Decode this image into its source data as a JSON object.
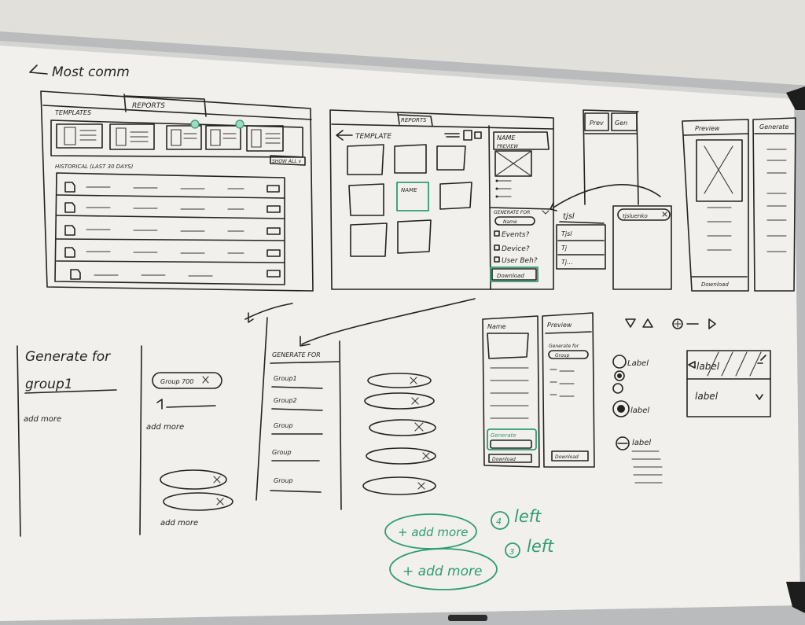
{
  "whiteboard": {
    "heading": "Most comm",
    "colors": {
      "ink": "#26231f",
      "marker_green": "#2f9b74",
      "board": "#f1f0ec",
      "frame": "#b9bbbd"
    }
  },
  "sketch_dashboard": {
    "tab_templates": "TEMPLATES",
    "tab_reports": "REPORTS",
    "section_label": "HISTORICAL (LAST 30 DAYS)",
    "filter": "SHOW ALL v"
  },
  "sketch_template_picker": {
    "tab_reports": "REPORTS",
    "back_label": "TEMPLATE",
    "selected_tile": "NAME",
    "panel_title": "NAME",
    "panel_subtitle": "PREVIEW",
    "generate_for": "GENERATE FOR",
    "chip": "Name",
    "options": [
      "Events?",
      "Device?",
      "User Beh?"
    ],
    "download": "Download"
  },
  "sketch_dropdown": {
    "field_value": "tjsl",
    "options": [
      "Tjsl",
      "Tj",
      "Tj..."
    ],
    "chip": "tjsluenko"
  },
  "sketch_tabs": {
    "tab_1": "Prev",
    "tab_2": "Gen"
  },
  "sketch_preview_generate": {
    "left_title": "Preview",
    "right_title": "Generate",
    "download": "Download"
  },
  "sketch_generate_for": {
    "title_line_1": "Generate for",
    "title_line_2": "group1",
    "add_more": "add more",
    "chip": "Group 700"
  },
  "sketch_group_list": {
    "heading": "GENERATE FOR",
    "rows": [
      "Group1",
      "Group2",
      "Group",
      "Group",
      "Group"
    ]
  },
  "sketch_mobile": {
    "left_title": "Name",
    "right_title": "Preview",
    "generate_for": "Generate for",
    "chip": "Group",
    "generate": "Generate",
    "download_left": "Download",
    "download_right": "Download"
  },
  "sketch_controls": {
    "radio_labels": [
      "Label",
      "label",
      "label"
    ],
    "select_1": "label",
    "select_2": "label"
  },
  "green_notes": {
    "pill_1": "+ add more",
    "pill_2": "+ add more",
    "note_1": "left",
    "note_2": "left",
    "num_1": "4",
    "num_2": "3"
  }
}
